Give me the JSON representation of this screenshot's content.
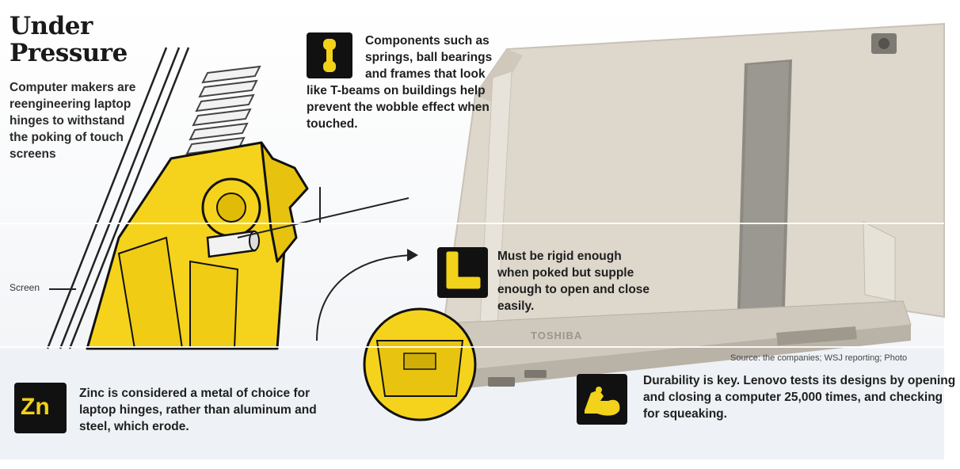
{
  "title": {
    "line1": "Under",
    "line2": "Pressure"
  },
  "lead": "Computer makers are reengineering laptop hinges to withstand the poking of touch screens",
  "notes": {
    "components": "Components such as springs, ball bearings and frames that look like T-beams on buildings help prevent the wobble effect when touched.",
    "rigid": "Must be rigid enough when poked but supple enough to open and close easily.",
    "zinc": "Zinc is considered a metal of choice for laptop hinges, rather than aluminum and steel, which erode.",
    "durability": "Durability is key. Lenovo tests its designs by opening and closing a computer 25,000 times, and checking for squeaking."
  },
  "labels": {
    "screen": "Screen",
    "zinc_symbol": "Zn",
    "brand": "TOSHIBA"
  },
  "source": "Source: the companies; WSJ reporting; Photo",
  "icons": {
    "components": "dumbbell-icon",
    "rigid": "angle-bracket-icon",
    "zinc": "zinc-symbol-icon",
    "durability": "flexed-arm-icon"
  },
  "colors": {
    "accent": "#f2d21a",
    "badge": "#111111",
    "hinge_fill": "#f5d31c",
    "laptop": "#d9d2c6"
  }
}
